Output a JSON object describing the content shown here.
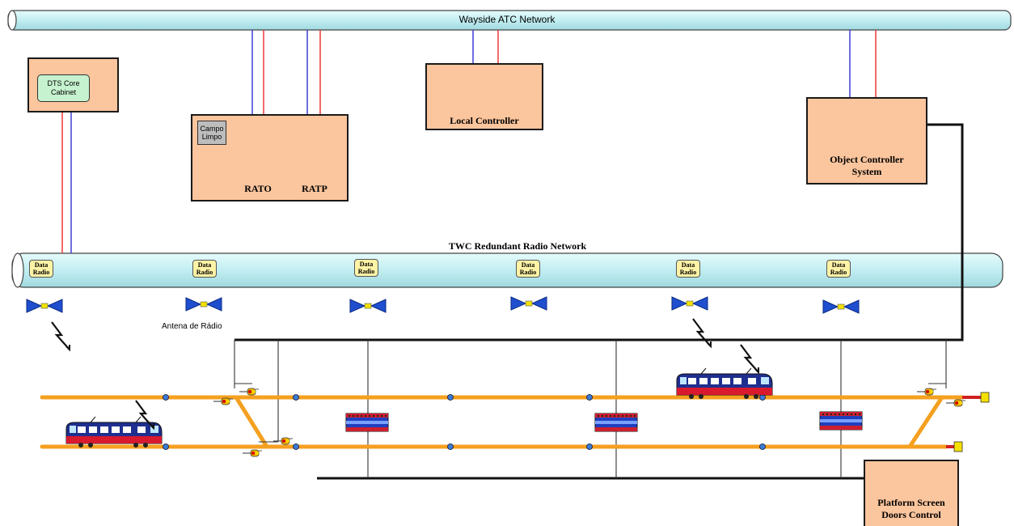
{
  "wayside_network": {
    "label": "Wayside ATC Network"
  },
  "twc_network": {
    "label": "TWC Redundant Radio Network"
  },
  "dts_core": {
    "label": "DTS Core Cabinet"
  },
  "campo_limpo": {
    "label": "Campo Limpo"
  },
  "rato": {
    "label": "RATO"
  },
  "ratp": {
    "label": "RATP"
  },
  "local_controller": {
    "label": "Local Controller"
  },
  "object_controller": {
    "label": "Object Controller System"
  },
  "platform_screen": {
    "label": "Platform Screen Doors Control"
  },
  "antenna_label": "Antena de Rádio",
  "data_radios": [
    {
      "line1": "Data",
      "line2": "Radio"
    },
    {
      "line1": "Data",
      "line2": "Radio"
    },
    {
      "line1": "Data",
      "line2": "Radio"
    },
    {
      "line1": "Data",
      "line2": "Radio"
    },
    {
      "line1": "Data",
      "line2": "Radio"
    },
    {
      "line1": "Data",
      "line2": "Radio"
    }
  ],
  "colors": {
    "pipe": "#c7f0f3",
    "box": "#fbc59d",
    "track": "#f5a020",
    "link_blue": "#4a4ad8",
    "link_red": "#ee4444",
    "antenna": "#1f4fcf"
  }
}
